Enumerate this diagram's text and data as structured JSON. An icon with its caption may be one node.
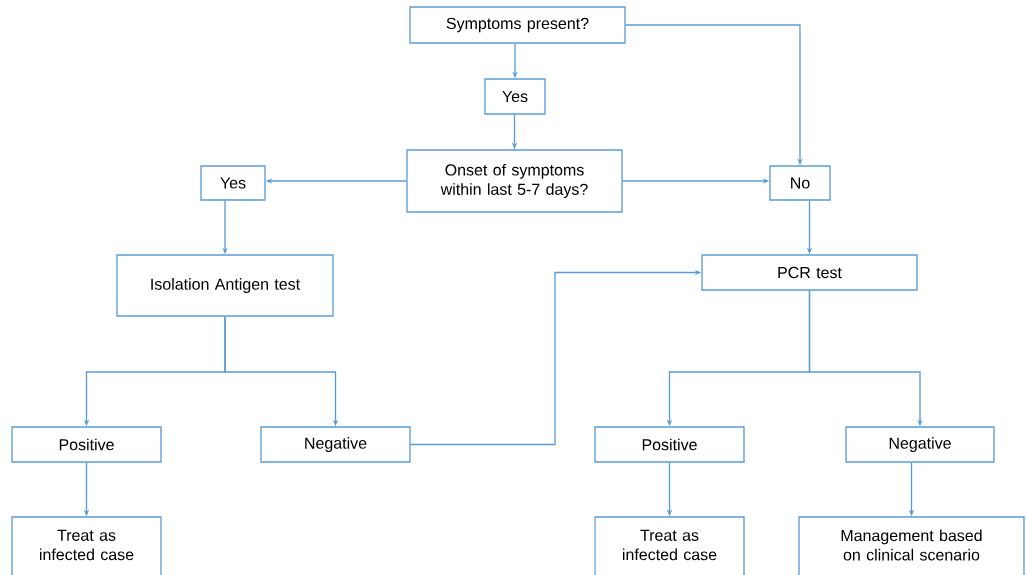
{
  "diagram": {
    "nodes": [
      {
        "text": [
          "Symptoms present?"
        ]
      },
      {
        "text": [
          "Yes"
        ]
      },
      {
        "text": [
          "Onset of symptoms within last 5-7 days?"
        ]
      },
      {
        "text": [
          "Yes"
        ]
      },
      {
        "text": [
          "No"
        ]
      },
      {
        "text": [
          "Isolation Antigen test"
        ]
      },
      {
        "text": [
          "PCR test"
        ]
      },
      {
        "text": [
          "Positive"
        ]
      },
      {
        "text": [
          "Negative"
        ]
      },
      {
        "text": [
          "Positive"
        ]
      },
      {
        "text": [
          "Negative"
        ]
      },
      {
        "text": [
          "Treat as infected case"
        ]
      },
      {
        "text": [
          "Treat as infected case"
        ]
      },
      {
        "text": [
          "Management based on clinical scenario"
        ]
      }
    ],
    "edges": [
      {
        "from": 0,
        "to": 1,
        "arrow": "to"
      },
      {
        "from": 1,
        "to": 2,
        "arrow": "to"
      },
      {
        "from": 0,
        "to": 4,
        "arrow": "to"
      },
      {
        "from": 2,
        "to": 3,
        "arrow": "to"
      },
      {
        "from": 2,
        "to": 4,
        "arrow": "to"
      },
      {
        "from": 3,
        "to": 5,
        "arrow": "to"
      },
      {
        "from": 4,
        "to": 6,
        "arrow": "to"
      },
      {
        "from": 5,
        "to": 7,
        "arrow": "to"
      },
      {
        "from": 5,
        "to": 8,
        "arrow": "to"
      },
      {
        "from": 8,
        "to": 6,
        "arrow": "to"
      },
      {
        "from": 6,
        "to": 9,
        "arrow": "to"
      },
      {
        "from": 6,
        "to": 10,
        "arrow": "to"
      },
      {
        "from": 7,
        "to": 11,
        "arrow": "to"
      },
      {
        "from": 9,
        "to": 12,
        "arrow": "to"
      },
      {
        "from": 10,
        "to": 13,
        "arrow": "to"
      }
    ]
  }
}
